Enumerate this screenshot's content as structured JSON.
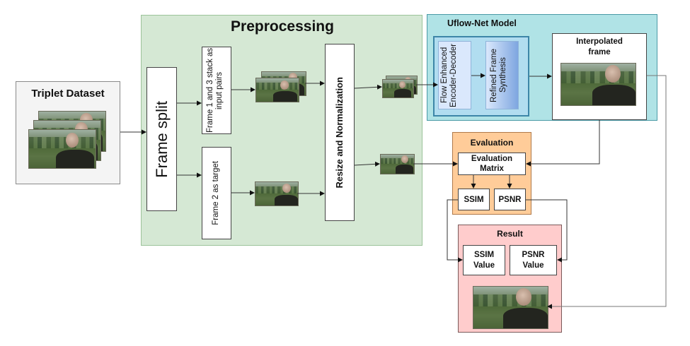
{
  "triplet_dataset": {
    "title": "Triplet Dataset",
    "image": "stacked-triplet-frames"
  },
  "preprocessing": {
    "title": "Preprocessing",
    "frame_split": "Frame split",
    "input_pairs": "Frame 1 and 3 stack as input pairs",
    "target": "Frame 2 as target",
    "resize_normalization": "Resize and Normalization"
  },
  "model": {
    "title": "Uflow-Net Model",
    "encoder_decoder": "Flow Enhanced Encoder-Decoder",
    "synthesis": "Refined Frame Synthesis",
    "interpolated": "Interpolated frame"
  },
  "evaluation": {
    "title": "Evaluation",
    "matrix": "Evaluation Matrix",
    "ssim": "SSIM",
    "psnr": "PSNR"
  },
  "result": {
    "title": "Result",
    "ssim_value": "SSIM Value",
    "psnr_value": "PSNR Value"
  },
  "colors": {
    "preprocessing_bg": "#d5e8d4",
    "model_bg": "#b0e3e6",
    "model_inner_bg": "#b1ddf0",
    "evaluation_bg": "#ffcc99",
    "result_bg": "#ffcccc"
  }
}
